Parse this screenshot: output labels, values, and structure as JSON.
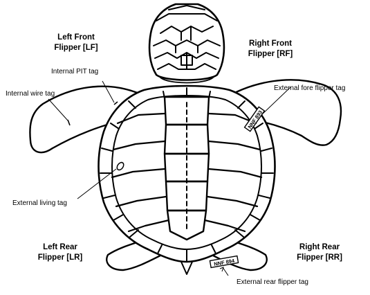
{
  "regions": {
    "left_front": {
      "name": "Left Front",
      "code": "Flipper [LF]"
    },
    "right_front": {
      "name": "Right Front",
      "code": "Flipper [RF]"
    },
    "left_rear": {
      "name": "Left Rear",
      "code": "Flipper [LR]"
    },
    "right_rear": {
      "name": "Right Rear",
      "code": "Flipper [RR]"
    }
  },
  "tag_labels": {
    "internal_pit": "Internal PIT tag",
    "internal_wire": "Internal wire tag",
    "external_fore": "External fore flipper  tag",
    "external_living": "External living tag",
    "external_rear": "External rear flipper tag"
  },
  "tag_prints": {
    "fore": "NNF 893",
    "rear": "NNF 894"
  },
  "colors": {
    "ink": "#000000",
    "background": "#ffffff"
  }
}
